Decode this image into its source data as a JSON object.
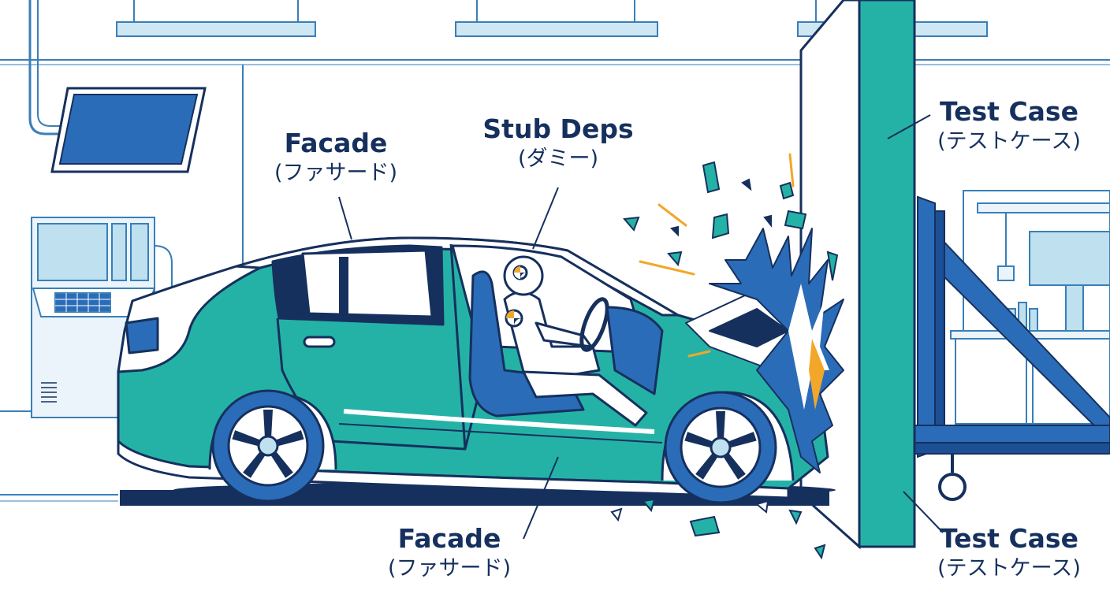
{
  "labels": {
    "facade_top": {
      "en": "Facade",
      "jp": "(ファサード)"
    },
    "stub_deps": {
      "en": "Stub Deps",
      "jp": "(ダミー)"
    },
    "test_case_top": {
      "en": "Test Case",
      "jp": "(テストケース)"
    },
    "facade_bottom": {
      "en": "Facade",
      "jp": "(ファサード)"
    },
    "test_case_bottom": {
      "en": "Test Case",
      "jp": "(テストケース)"
    }
  },
  "colors": {
    "navy": "#16305e",
    "teal": "#25b2a6",
    "blue": "#2b6cb8",
    "light_blue": "#bfe0ef",
    "outline": "#3a7fb8",
    "spark": "#f2a72a"
  }
}
